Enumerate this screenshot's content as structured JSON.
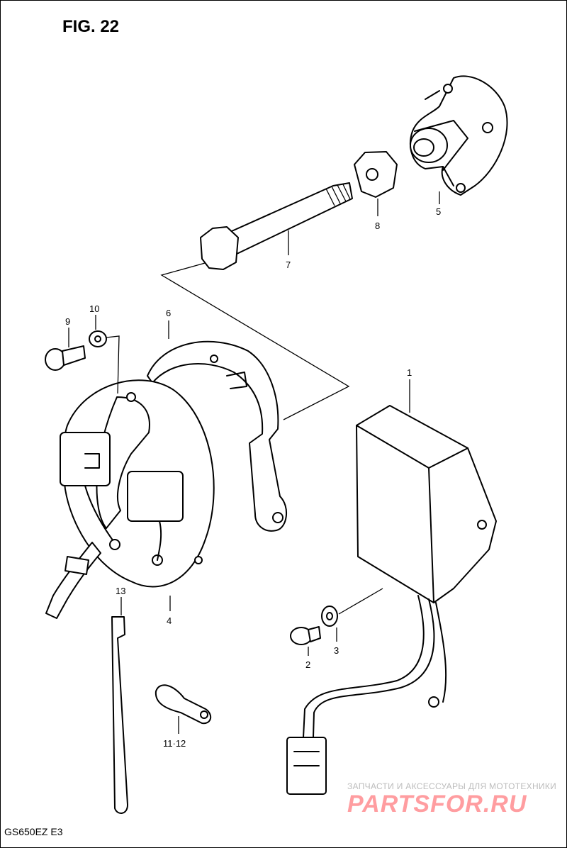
{
  "figure": {
    "title": "FIG. 22",
    "model": "GS650EZ  E3"
  },
  "callouts": [
    {
      "id": "1",
      "text": "1"
    },
    {
      "id": "2",
      "text": "2"
    },
    {
      "id": "3",
      "text": "3"
    },
    {
      "id": "4",
      "text": "4"
    },
    {
      "id": "5",
      "text": "5"
    },
    {
      "id": "6",
      "text": "6"
    },
    {
      "id": "7",
      "text": "7"
    },
    {
      "id": "8",
      "text": "8"
    },
    {
      "id": "9",
      "text": "9"
    },
    {
      "id": "10",
      "text": "10"
    },
    {
      "id": "11-12",
      "text": "11·12"
    },
    {
      "id": "13",
      "text": "13"
    }
  ],
  "watermark": {
    "tagline": "ЗАПЧАСТИ И АКСЕССУАРЫ ДЛЯ МОТОТЕХНИКИ",
    "brand": "PARTSFOR.RU",
    "color": "#ff9da0"
  }
}
